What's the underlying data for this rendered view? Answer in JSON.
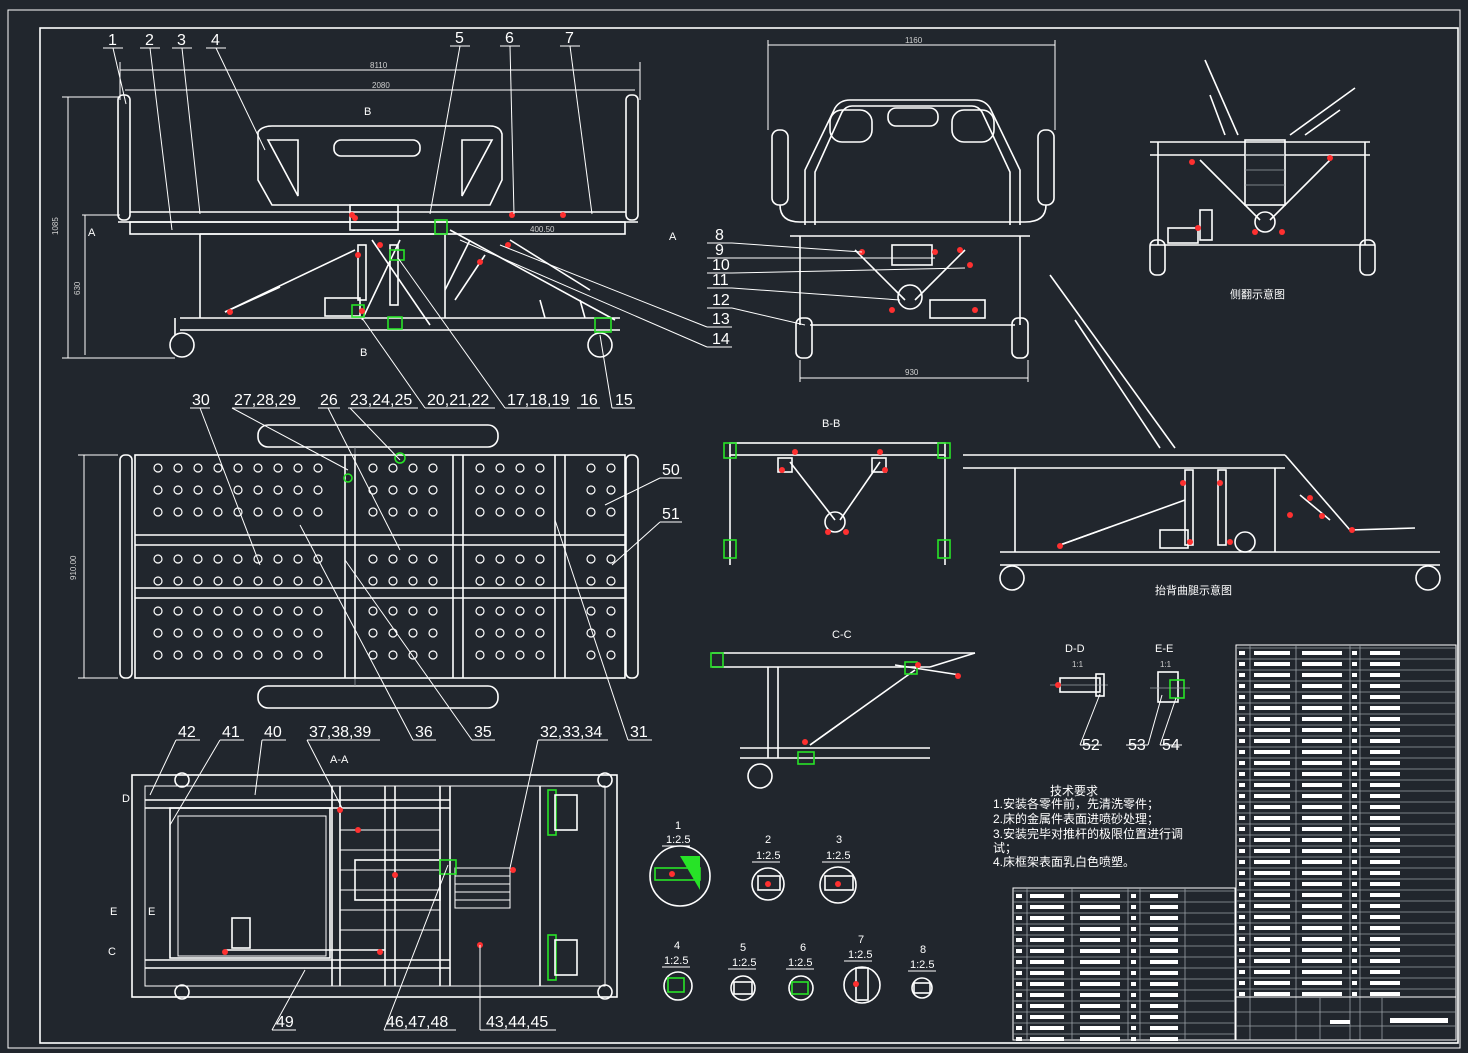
{
  "balloons_top": [
    "1",
    "2",
    "3",
    "4",
    "5",
    "6",
    "7"
  ],
  "balloons_right_mid": [
    "8",
    "9",
    "10",
    "11",
    "12",
    "13",
    "14"
  ],
  "balloons_row": [
    "20,21,22",
    "17,18,19",
    "16",
    "15"
  ],
  "balloons_row2": [
    "30",
    "27,28,29",
    "26",
    "23,24,25"
  ],
  "balloons_side": [
    "50",
    "51"
  ],
  "balloons_bottom_mid": [
    "36",
    "35",
    "31"
  ],
  "balloons_aa_top": [
    "42",
    "41",
    "40",
    "37,38,39",
    "32,33,34"
  ],
  "balloons_aa_bottom": [
    "49",
    "46,47,48",
    "43,44,45"
  ],
  "balloons_detail": [
    "52",
    "53",
    "54"
  ],
  "section_labels": {
    "bb": "B-B",
    "cc": "C-C",
    "aa": "A-A",
    "dd": "D-D",
    "ee": "E-E",
    "dd_scale": "1:1",
    "ee_scale": "1:1"
  },
  "view_letters": {
    "a": "A",
    "b": "B",
    "c": "C",
    "d": "D",
    "e": "E"
  },
  "dimensions": {
    "top_length_outer": "8110",
    "top_length_inner": "2080",
    "height": "1085",
    "height_inner": "630",
    "side_width": "1160",
    "side_base": "930",
    "plan_width": "910.00",
    "small_dim": "400.50"
  },
  "captions": {
    "side_tilt": "侧翻示意图",
    "back_leg": "抬背曲腿示意图"
  },
  "detail_views": [
    {
      "num": "1",
      "scale": "1:2.5"
    },
    {
      "num": "2",
      "scale": "1:2.5"
    },
    {
      "num": "3",
      "scale": "1:2.5"
    },
    {
      "num": "4",
      "scale": "1:2.5"
    },
    {
      "num": "5",
      "scale": "1:2.5"
    },
    {
      "num": "6",
      "scale": "1:2.5"
    },
    {
      "num": "7",
      "scale": "1:2.5"
    },
    {
      "num": "8",
      "scale": "1:2.5"
    }
  ],
  "tech_requirements": {
    "title": "技术要求",
    "items": [
      "1.安装各零件前，先清洗零件；",
      "2.床的金属件表面进喷砂处理；",
      "3.安装完毕对推杆的极限位置进行调",
      "试；",
      "4.床框架表面乳白色喷塑。"
    ]
  },
  "colors": {
    "background": "#21262d",
    "lines": "#ffffff",
    "highlight": "#27e327",
    "marker": "#ff3030"
  }
}
